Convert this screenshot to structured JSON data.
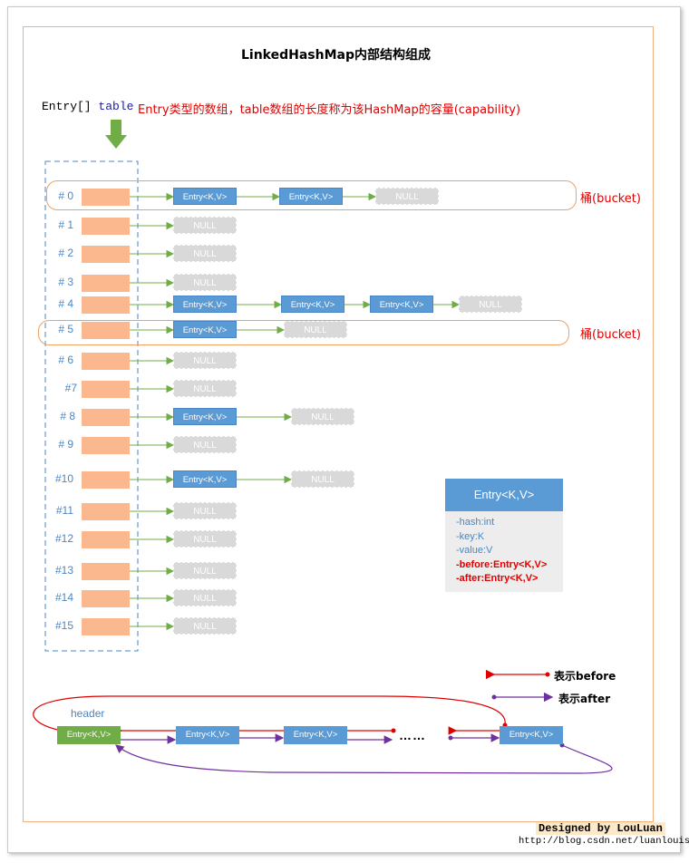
{
  "title": "LinkedHashMap内部结构组成",
  "table_code": "Entry[] table",
  "table_code_parts": {
    "type": "Entry[]",
    "name": "table"
  },
  "table_desc": "Entry类型的数组，table数组的长度称为该HashMap的容量(capability)",
  "bucket_label": "桶(bucket)",
  "entry_label": "Entry<K,V>",
  "null_label": "NULL",
  "slots": [
    {
      "index": "# 0",
      "entries": 2
    },
    {
      "index": "# 1",
      "entries": 0
    },
    {
      "index": "# 2",
      "entries": 0
    },
    {
      "index": "# 3",
      "entries": 0
    },
    {
      "index": "# 4",
      "entries": 3
    },
    {
      "index": "# 5",
      "entries": 1
    },
    {
      "index": "# 6",
      "entries": 0
    },
    {
      "index": "#7",
      "entries": 0
    },
    {
      "index": "# 8",
      "entries": 1
    },
    {
      "index": "# 9",
      "entries": 0
    },
    {
      "index": "#10",
      "entries": 1
    },
    {
      "index": "#11",
      "entries": 0
    },
    {
      "index": "#12",
      "entries": 0
    },
    {
      "index": "#13",
      "entries": 0
    },
    {
      "index": "#14",
      "entries": 0
    },
    {
      "index": "#15",
      "entries": 0
    }
  ],
  "legend_class": {
    "name": "Entry<K,V>",
    "fields": [
      "-hash:int",
      "-key:K",
      "-value:V"
    ],
    "bold_fields": [
      "-before:Entry<K,V>",
      "-after:Entry<K,V>"
    ]
  },
  "link_legend": {
    "before": "表示before",
    "after": "表示after"
  },
  "linked_list": {
    "header_label": "header",
    "ellipsis": "……"
  },
  "credit": {
    "designed_by": "Designed by LouLuan",
    "url": "http://blog.csdn.net/luanlouis"
  },
  "colors": {
    "entry": "#5b9bd5",
    "slot": "#fbb88f",
    "null": "#d9d9d9",
    "header": "#70ad47",
    "before": "#e00000",
    "after": "#7030a0",
    "bucket": "#f0a060",
    "arrow": "#70ad47"
  }
}
